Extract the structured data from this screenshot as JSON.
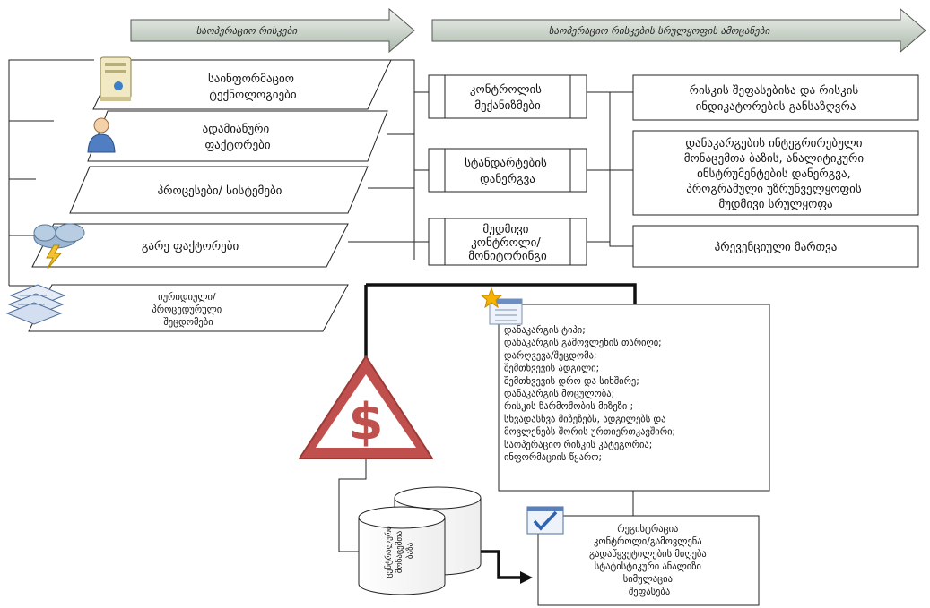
{
  "headers": {
    "left": "საოპერაციო რისკები",
    "right": "საოპერაციო რისკების სრულყოფის ამოცანები"
  },
  "sources": [
    {
      "label": [
        "საინფორმაციო",
        "ტექნოლოგიები"
      ],
      "icon": "computer-server-icon"
    },
    {
      "label": [
        "ადამიანური",
        "ფაქტორები"
      ],
      "icon": "person-icon"
    },
    {
      "label": [
        "პროცესები/ სისტემები"
      ],
      "icon": ""
    },
    {
      "label": [
        "გარე ფაქტორები"
      ],
      "icon": "storm-cloud-icon"
    },
    {
      "label": [
        "იურიდიული/",
        "პროცედურული",
        "შეცდომები"
      ],
      "icon": "documents-stack-icon"
    }
  ],
  "controls": [
    {
      "label": [
        "კონტროლის",
        "მექანიზმები"
      ]
    },
    {
      "label": [
        "სტანდარტების",
        "დანერგვა"
      ]
    },
    {
      "label": [
        "მუდმივი",
        "კონტროლი/",
        "მონიტორინგი"
      ]
    }
  ],
  "tasks": [
    {
      "label": [
        "რისკის შეფასებისა და რისკის",
        "ინდიკატორების განსაზღვრა"
      ]
    },
    {
      "label": [
        "დანაკარგების ინტეგრირებული",
        "მონაცემთა ბაზის, ანალიტიკური",
        "ინსტრუმენტების დანერგვა,",
        "პროგრამული უზრუნველყოფის",
        "მუდმივი სრულყოფა"
      ]
    },
    {
      "label": [
        "პრევენციული მართვა"
      ]
    }
  ],
  "loss_details": {
    "icon": "form-star-icon",
    "items": [
      "დანაკარგის ტიპი;",
      "დანაკარგის გამოვლენის თარიღი;",
      "დარღვევა/შეცდომა;",
      "შემთხვევის ადგილი;",
      "შემთხვევის დრო და სიხშირე;",
      "დანაკარგის მოცულობა;",
      "რისკის წარმოშობის მიზეზი ;",
      "სხვადასხვა მიზეზებს, ადგილებს და",
      "მოვლენებს შორის ურთიერთკავშირი;",
      "საოპერაციო რისკის კატეგორია;",
      "ინფორმაციის წყარო;"
    ]
  },
  "warning": {
    "symbol": "$",
    "icon": "dollar-warning-icon"
  },
  "database": {
    "label": [
      "ცენტრალური",
      "მონაცემთა",
      "ბაზა"
    ],
    "icon": "database-icon"
  },
  "registration": {
    "icon": "checklist-icon",
    "items": [
      "რეგისტრაცია",
      "კონტროლი/გამოვლენა",
      "გადაწყვეტილების მიღება",
      "სტატისტიკური ანალიზი",
      "სიმულაცია",
      "შეფასება"
    ]
  },
  "colors": {
    "header_fill_top": "#eef2ee",
    "header_fill_bottom": "#aebcad",
    "warning_red": "#c0504d",
    "connector": "#222222"
  }
}
